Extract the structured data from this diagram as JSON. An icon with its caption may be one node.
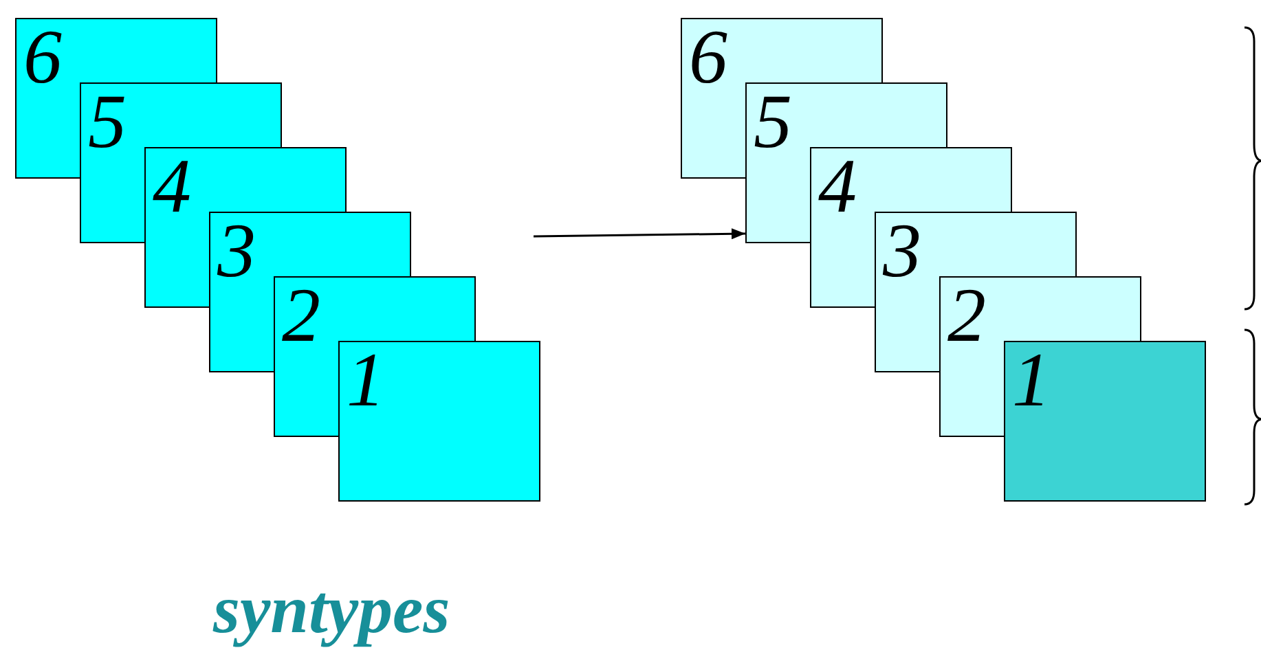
{
  "diagram": {
    "nodes": [
      {
        "text": [
          "6"
        ]
      },
      {
        "text": [
          "5"
        ]
      },
      {
        "text": [
          "4"
        ]
      },
      {
        "text": [
          "3"
        ]
      },
      {
        "text": [
          "2"
        ]
      },
      {
        "text": [
          "1"
        ]
      },
      {
        "text": [
          "6"
        ]
      },
      {
        "text": [
          "5"
        ]
      },
      {
        "text": [
          "4"
        ]
      },
      {
        "text": [
          "3"
        ]
      },
      {
        "text": [
          "2"
        ]
      },
      {
        "text": [
          "1"
        ]
      }
    ],
    "edges": [
      {
        "from": null,
        "to": 7,
        "arrow": "to"
      }
    ],
    "labels": [
      "syntypes"
    ]
  }
}
